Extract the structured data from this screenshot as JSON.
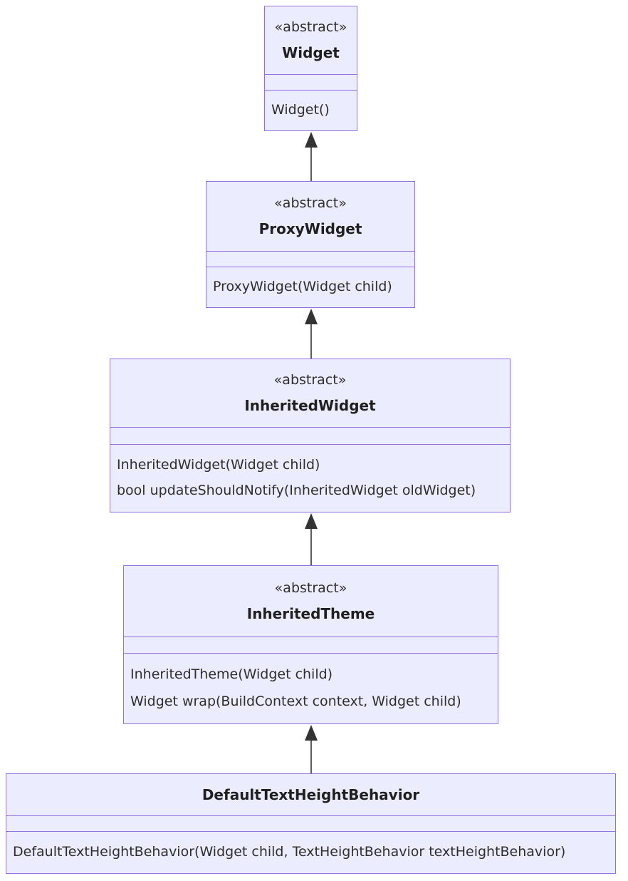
{
  "diagram": {
    "type": "uml-class-diagram",
    "colors": {
      "node_fill": "#ECECFF",
      "node_border": "#9370DB",
      "edge": "#333333",
      "text": "#2e2e2e",
      "background": "#ffffff"
    },
    "classes": [
      {
        "annotation": "«abstract»",
        "name": "Widget",
        "methods": [
          "Widget()"
        ]
      },
      {
        "annotation": "«abstract»",
        "name": "ProxyWidget",
        "methods": [
          "ProxyWidget(Widget child)"
        ]
      },
      {
        "annotation": "«abstract»",
        "name": "InheritedWidget",
        "methods": [
          "InheritedWidget(Widget child)",
          "bool updateShouldNotify(InheritedWidget oldWidget)"
        ]
      },
      {
        "annotation": "«abstract»",
        "name": "InheritedTheme",
        "methods": [
          "InheritedTheme(Widget child)",
          "Widget wrap(BuildContext context, Widget child)"
        ]
      },
      {
        "name": "DefaultTextHeightBehavior",
        "methods": [
          "DefaultTextHeightBehavior(Widget child, TextHeightBehavior textHeightBehavior)"
        ]
      }
    ],
    "relations": [
      {
        "from": "ProxyWidget",
        "to": "Widget",
        "type": "inheritance"
      },
      {
        "from": "InheritedWidget",
        "to": "ProxyWidget",
        "type": "inheritance"
      },
      {
        "from": "InheritedTheme",
        "to": "InheritedWidget",
        "type": "inheritance"
      },
      {
        "from": "DefaultTextHeightBehavior",
        "to": "InheritedTheme",
        "type": "inheritance"
      }
    ]
  }
}
